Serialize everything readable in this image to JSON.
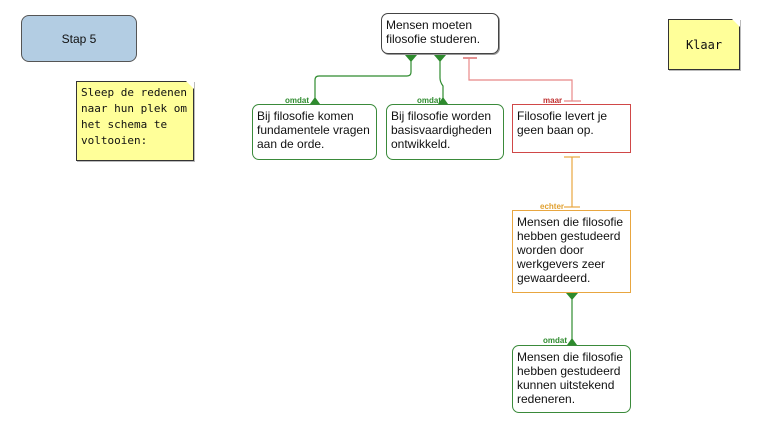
{
  "step_button": {
    "label": "Stap 5"
  },
  "instruction_note": {
    "text": "Sleep de redenen naar hun plek om het schema te voltooien:"
  },
  "done_note": {
    "label": "Klaar"
  },
  "colors": {
    "support": "#2e8b2e",
    "objection": "#d04848",
    "rebuttal": "#e8a640",
    "step_bg": "#b3cde3",
    "note_bg": "#ffff99"
  },
  "diagram": {
    "claim": {
      "text": "Mensen moeten filosofie studeren."
    },
    "reasons": [
      {
        "connector": "omdat",
        "text": "Bij filosofie komen fundamentele vragen aan de orde."
      },
      {
        "connector": "omdat",
        "text": "Bij filosofie worden basisvaardigheden ontwikkeld."
      }
    ],
    "objection": {
      "connector": "maar",
      "text": "Filosofie levert je geen baan op."
    },
    "rebuttal": {
      "connector": "echter",
      "text": "Mensen die filosofie hebben gestudeerd worden door werkgevers zeer gewaardeerd."
    },
    "rebuttal_support": {
      "connector": "omdat",
      "text": "Mensen die filosofie hebben gestudeerd kunnen uitstekend redeneren."
    }
  }
}
